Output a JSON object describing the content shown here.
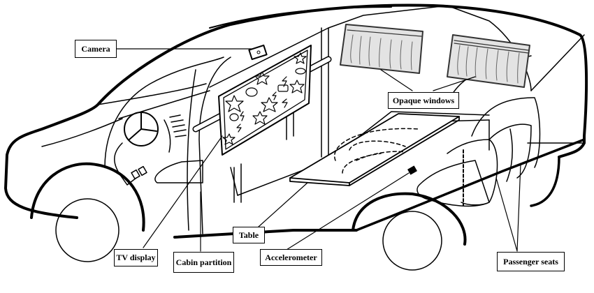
{
  "figure": {
    "subject": "Car cabin interior schematic",
    "colors": {
      "line": "#000000",
      "curtain_fill": "#e3e3e3",
      "background": "#ffffff"
    }
  },
  "labels": {
    "camera": "Camera",
    "opaque_windows": "Opaque windows",
    "tv_display": "TV display",
    "cabin_partition": "Cabin partition",
    "table": "Table",
    "accelerometer": "Accelerometer",
    "passenger_seats": "Passenger seats"
  }
}
